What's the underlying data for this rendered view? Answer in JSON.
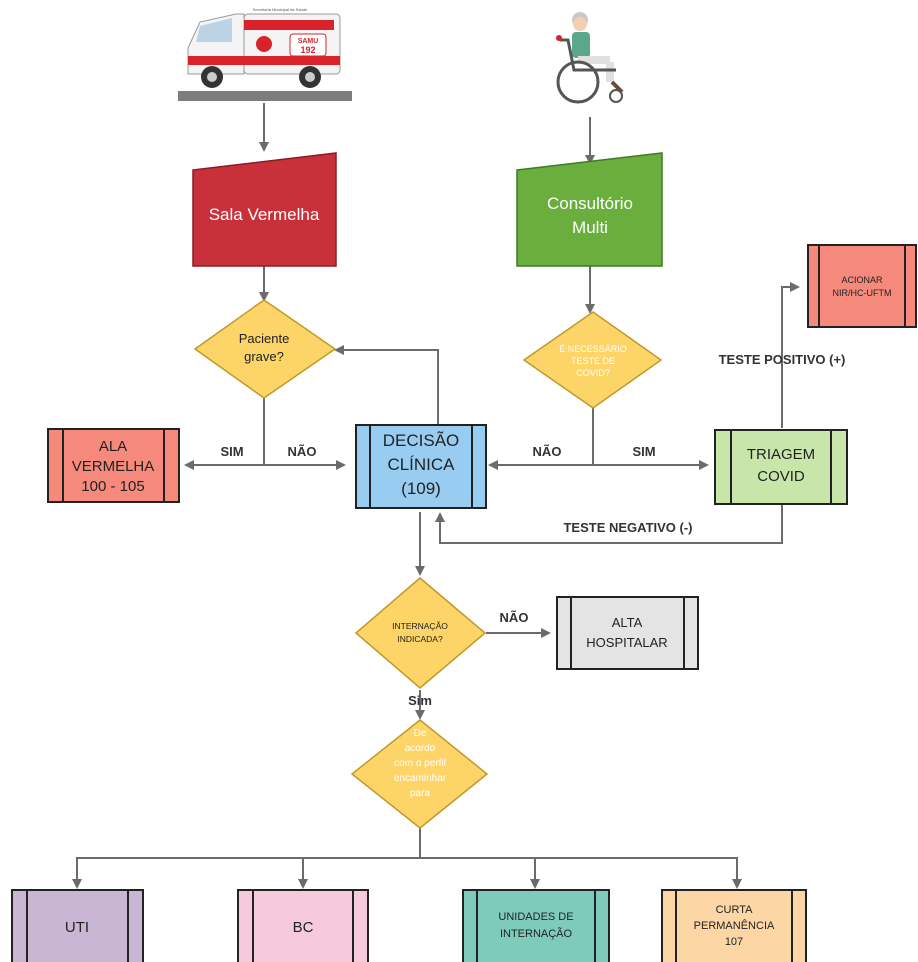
{
  "ambulance": {
    "top_text": "Secretaria Municipal de Saúde",
    "brand": "SAMU",
    "number": "192"
  },
  "nodes": {
    "sala_vermelha": "Sala Vermelha",
    "consultorio_1": "Consultório",
    "consultorio_2": "Multi",
    "paciente_grave_1": "Paciente",
    "paciente_grave_2": "grave?",
    "necessario_1": "É NECESSÁRIO",
    "necessario_2": "TESTE DE",
    "necessario_3": "COVID?",
    "acionar_1": "ACIONAR",
    "acionar_2": "NIR/HC-UFTM",
    "ala_vermelha_1": "ALA",
    "ala_vermelha_2": "VERMELHA",
    "ala_vermelha_3": "100 - 105",
    "decisao_1": "DECISÃO",
    "decisao_2": "CLÍNICA",
    "decisao_3": "(109)",
    "triagem_1": "TRIAGEM",
    "triagem_2": "COVID",
    "internacao_1": "INTERNAÇÃO",
    "internacao_2": "INDICADA?",
    "alta_1": "ALTA",
    "alta_2": "HOSPITALAR",
    "perfil_1": "De",
    "perfil_2": "acordo",
    "perfil_3": "com o perfil",
    "perfil_4": "encaminhar",
    "perfil_5": "para",
    "uti": "UTI",
    "bc": "BC",
    "unidades_1": "UNIDADES DE",
    "unidades_2": "INTERNAÇÃO",
    "curta_1": "CURTA",
    "curta_2": "PERMANÊNCIA",
    "curta_3": "107"
  },
  "edge_labels": {
    "sim_left": "SIM",
    "nao_left": "NÃO",
    "nao_right": "NÃO",
    "sim_right": "SIM",
    "teste_positivo": "TESTE POSITIVO (+)",
    "teste_negativo": "TESTE NEGATIVO (-)",
    "nao_internacao": "NÃO",
    "sim_internacao": "Sim"
  },
  "colors": {
    "red": "#c8303a",
    "green": "#6aaf3d",
    "yellow": "#fcd467",
    "salmon": "#f58a7c",
    "blue": "#98cdf1",
    "light_green": "#c8e6a9",
    "grey": "#e4e4e4",
    "purple": "#c9b6d4",
    "pink": "#f7c9dc",
    "teal": "#7dcbba",
    "peach": "#fcd7a5"
  },
  "icons": {
    "ambulance": "ambulance-icon",
    "wheelchair": "wheelchair-patient-icon"
  }
}
